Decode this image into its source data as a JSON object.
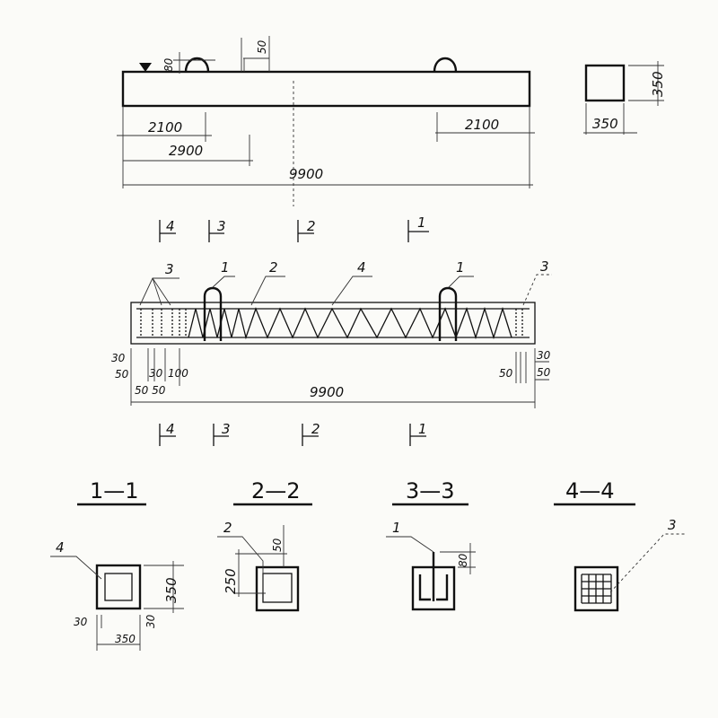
{
  "elevation": {
    "dims": {
      "left_2100": "2100",
      "right_2100": "2100",
      "d2900": "2900",
      "total": "9900",
      "hook_80": "80",
      "top_50": "50"
    },
    "section": {
      "height": "350",
      "width": "350"
    }
  },
  "section_marks": [
    "4",
    "3",
    "2",
    "1"
  ],
  "reinforcement": {
    "callouts": [
      "3",
      "1",
      "2",
      "4",
      "1",
      "3"
    ],
    "dims": {
      "left_30": "30",
      "left_50": "50",
      "left_50_50": "50 50",
      "left_30b": "30",
      "left_100": "100",
      "right_50": "50",
      "right_30": "30",
      "right_50b": "50",
      "total": "9900"
    }
  },
  "sections": [
    {
      "title": "1—1",
      "callout": "4",
      "dims": [
        "350",
        "30",
        "350",
        "30"
      ]
    },
    {
      "title": "2—2",
      "callout": "2",
      "dims": [
        "250",
        "50"
      ]
    },
    {
      "title": "3—3",
      "callout": "1",
      "dims": [
        "80"
      ]
    },
    {
      "title": "4—4",
      "callout": "3",
      "dims": []
    }
  ]
}
